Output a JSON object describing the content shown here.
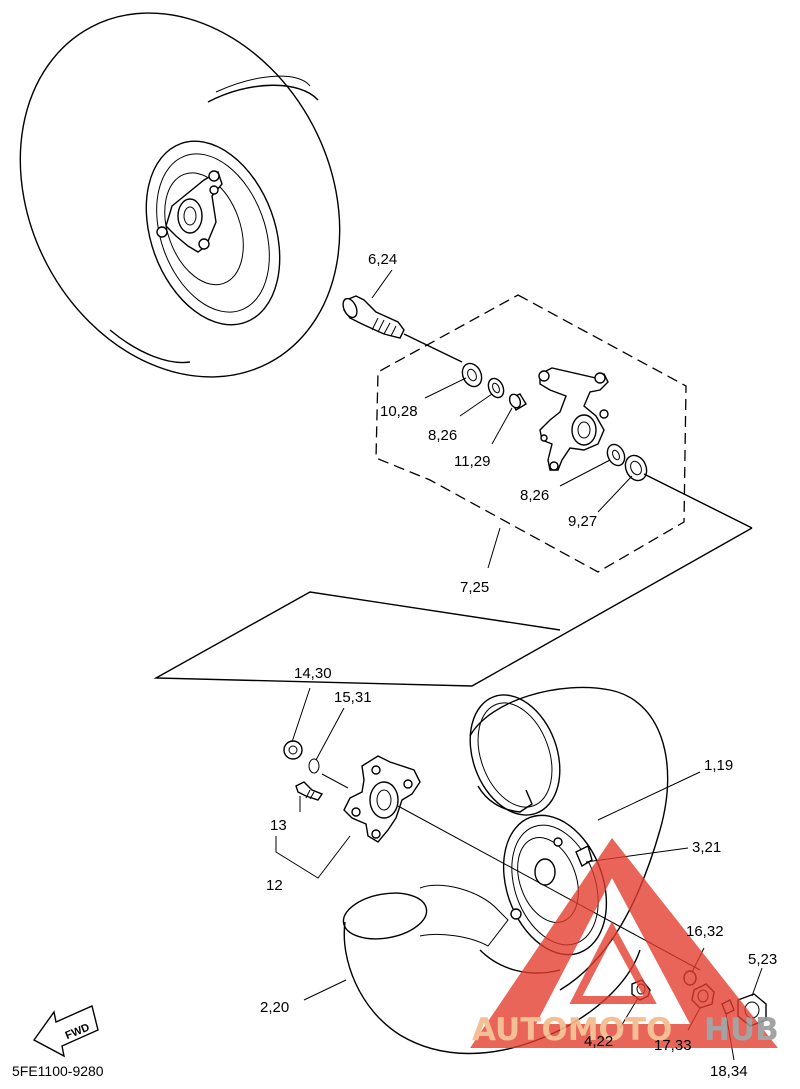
{
  "diagram": {
    "document_code": "5FE1100-9280",
    "direction_label": "FWD",
    "part_labels": [
      {
        "id": "p-6-24",
        "text": "6,24"
      },
      {
        "id": "p-10-28",
        "text": "10,28"
      },
      {
        "id": "p-8-26-a",
        "text": "8,26"
      },
      {
        "id": "p-11-29",
        "text": "11,29"
      },
      {
        "id": "p-8-26-b",
        "text": "8,26"
      },
      {
        "id": "p-9-27",
        "text": "9,27"
      },
      {
        "id": "p-7-25",
        "text": "7,25"
      },
      {
        "id": "p-14-30",
        "text": "14,30"
      },
      {
        "id": "p-15-31",
        "text": "15,31"
      },
      {
        "id": "p-1-19",
        "text": "1,19"
      },
      {
        "id": "p-13",
        "text": "13"
      },
      {
        "id": "p-3-21",
        "text": "3,21"
      },
      {
        "id": "p-12",
        "text": "12"
      },
      {
        "id": "p-16-32",
        "text": "16,32"
      },
      {
        "id": "p-5-23",
        "text": "5,23"
      },
      {
        "id": "p-2-20",
        "text": "2,20"
      },
      {
        "id": "p-4-22",
        "text": "4,22"
      },
      {
        "id": "p-17-33",
        "text": "17,33"
      },
      {
        "id": "p-18-34",
        "text": "18,34"
      }
    ]
  },
  "watermark": {
    "word_part1": "AUTOMOTO",
    "word_part2": "HUB",
    "color_part1": "#f5b98a",
    "color_part2": "#9a9a9a",
    "triangle_color": "#e23b2e"
  }
}
